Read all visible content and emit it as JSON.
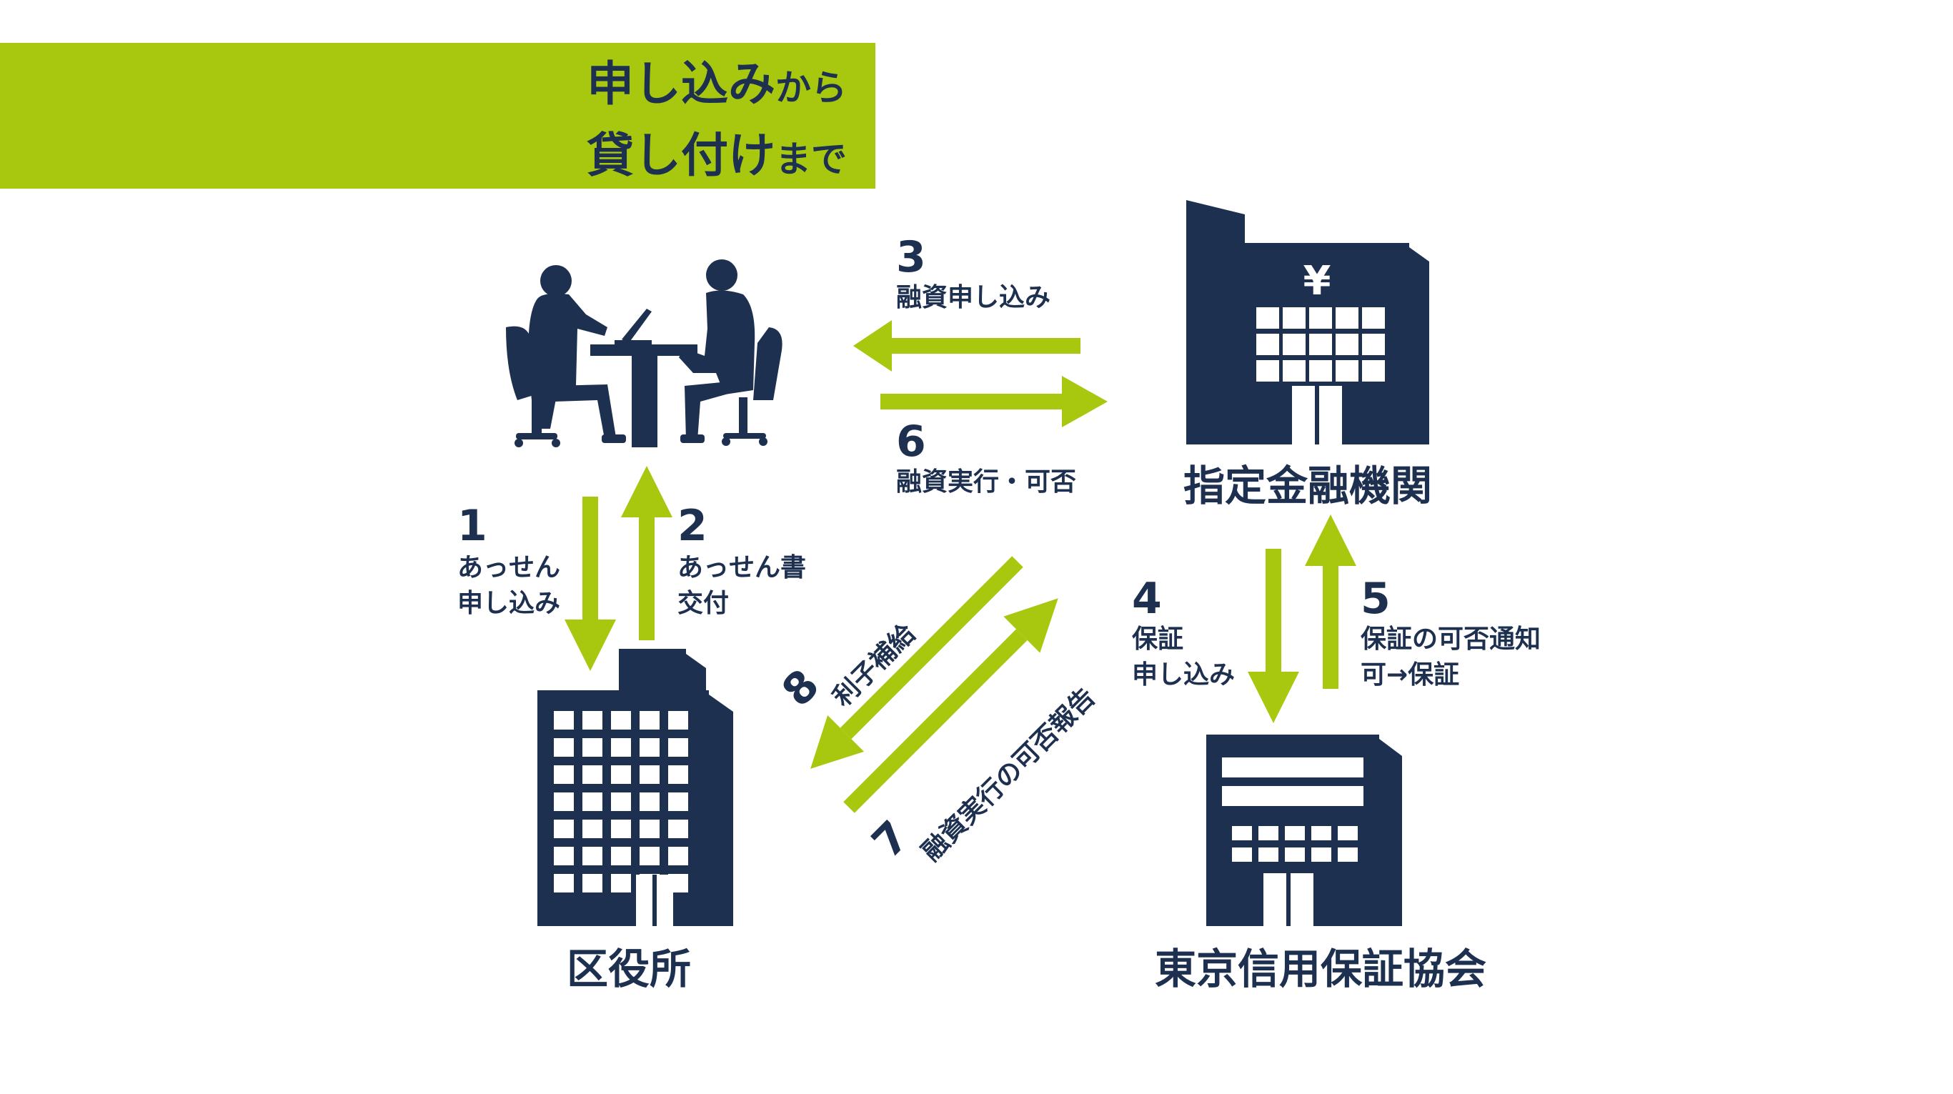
{
  "title": {
    "line1_big": "申し込み",
    "line1_small": "から",
    "line2_big": "貸し付け",
    "line2_small": "まで"
  },
  "entities": {
    "bank": "指定金融機関",
    "office": "区役所",
    "guarantee": "東京信用保証協会",
    "bank_sign": "¥"
  },
  "steps": [
    {
      "num": "1",
      "lines": [
        "あっせん",
        "申し込み"
      ]
    },
    {
      "num": "2",
      "lines": [
        "あっせん書",
        "交付"
      ]
    },
    {
      "num": "3",
      "lines": [
        "融資申し込み"
      ]
    },
    {
      "num": "4",
      "lines": [
        "保証",
        "申し込み"
      ]
    },
    {
      "num": "5",
      "lines": [
        "保証の可否通知",
        "可→保証"
      ]
    },
    {
      "num": "6",
      "lines": [
        "融資実行・可否"
      ]
    },
    {
      "num": "7",
      "lines": [
        "融資実行の可否報告"
      ]
    },
    {
      "num": "8",
      "lines": [
        "利子補給"
      ]
    }
  ],
  "colors": {
    "accent": "#a8c810",
    "navy": "#1e3050",
    "background": "#ffffff"
  },
  "icons": [
    "business-meeting-icon",
    "bank-building-icon",
    "city-office-building-icon",
    "guarantee-building-icon",
    "arrow-icon"
  ]
}
